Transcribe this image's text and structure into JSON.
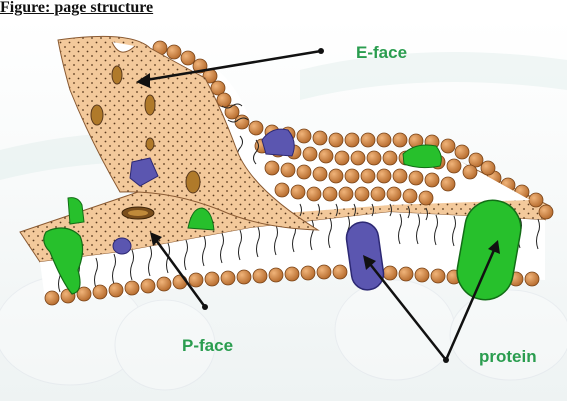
{
  "header": {
    "text": "Figure: page structure"
  },
  "labels": {
    "e_face": "E-face",
    "p_face": "P-face",
    "protein": "protein"
  },
  "colors": {
    "label": "#2a9d4f",
    "membrane_face": "#f3c99b",
    "lipid_head": "#c97d3c",
    "protein_green": "#27c02c",
    "protein_purple": "#5b56b0",
    "arrow": "#111111"
  }
}
